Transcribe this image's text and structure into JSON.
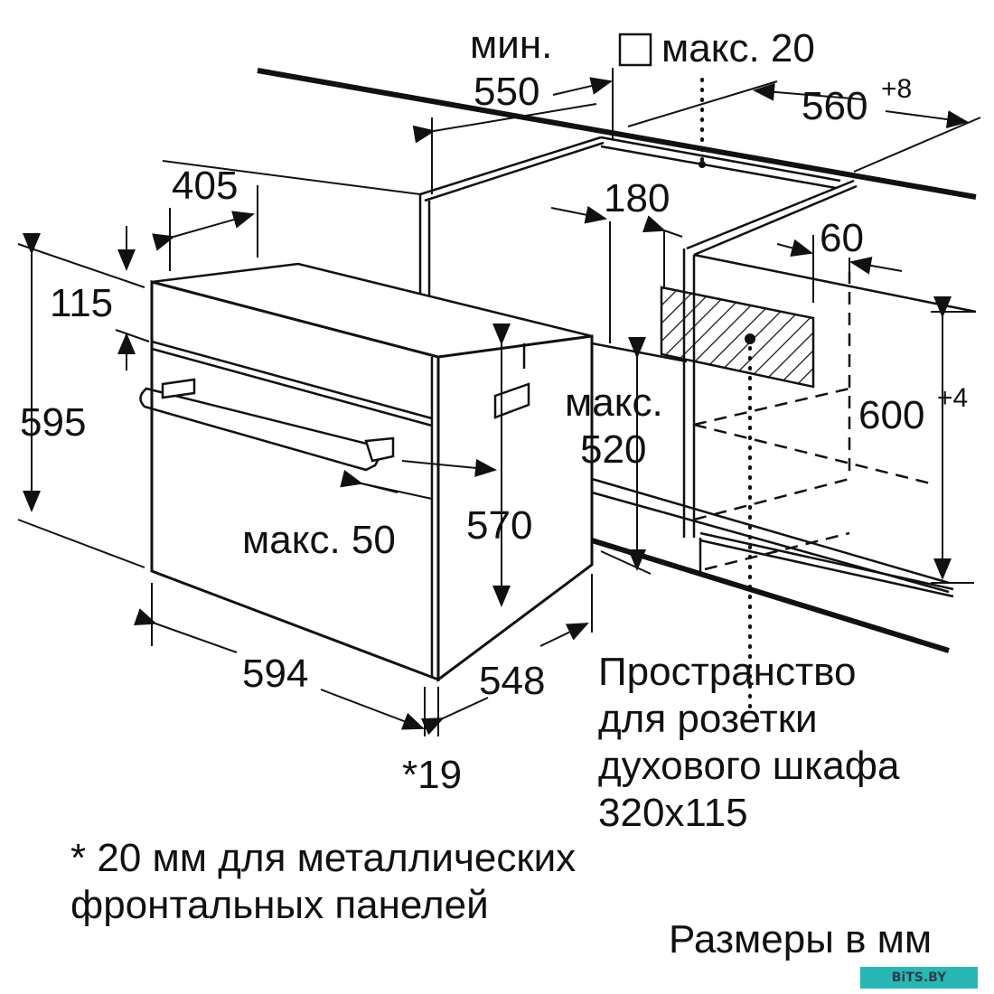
{
  "labels": {
    "min": "мин.",
    "d550": "550",
    "max20": "макс. 20",
    "d560": "560",
    "d560_tol": "+8",
    "d405": "405",
    "d180": "180",
    "d60": "60",
    "d115": "115",
    "d595": "595",
    "max": "макс.",
    "d520": "520",
    "d600": "600",
    "d600_tol": "+4",
    "max50": "макс. 50",
    "d570": "570",
    "d594": "594",
    "d548": "548",
    "d19": "*19"
  },
  "socket_note": [
    "Пространство",
    "для розетки",
    "духового шкафа",
    "320x115"
  ],
  "footnote": [
    "* 20 мм для металлических",
    "фронтальных панелей"
  ],
  "units_note": "Размеры в мм",
  "watermark": "BiTS.BY"
}
